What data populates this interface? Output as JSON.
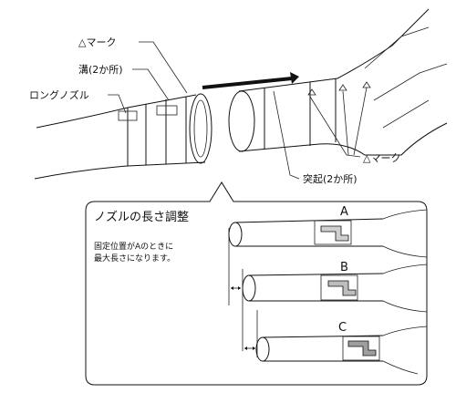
{
  "top_labels": {
    "mark_left": "△マーク",
    "groove": "溝(2か所)",
    "long_nozzle": "ロングノズル",
    "mark_right": "△マーク",
    "protrusion": "突起(2か所)"
  },
  "inset": {
    "title": "ノズルの長さ調整",
    "note_line1": "固定位置がAのときに",
    "note_line2": "最大長さになります。",
    "positions": [
      "A",
      "B",
      "C"
    ]
  },
  "colors": {
    "line": "#111111",
    "fill": "#ffffff",
    "gray": "#bdbdbd"
  }
}
